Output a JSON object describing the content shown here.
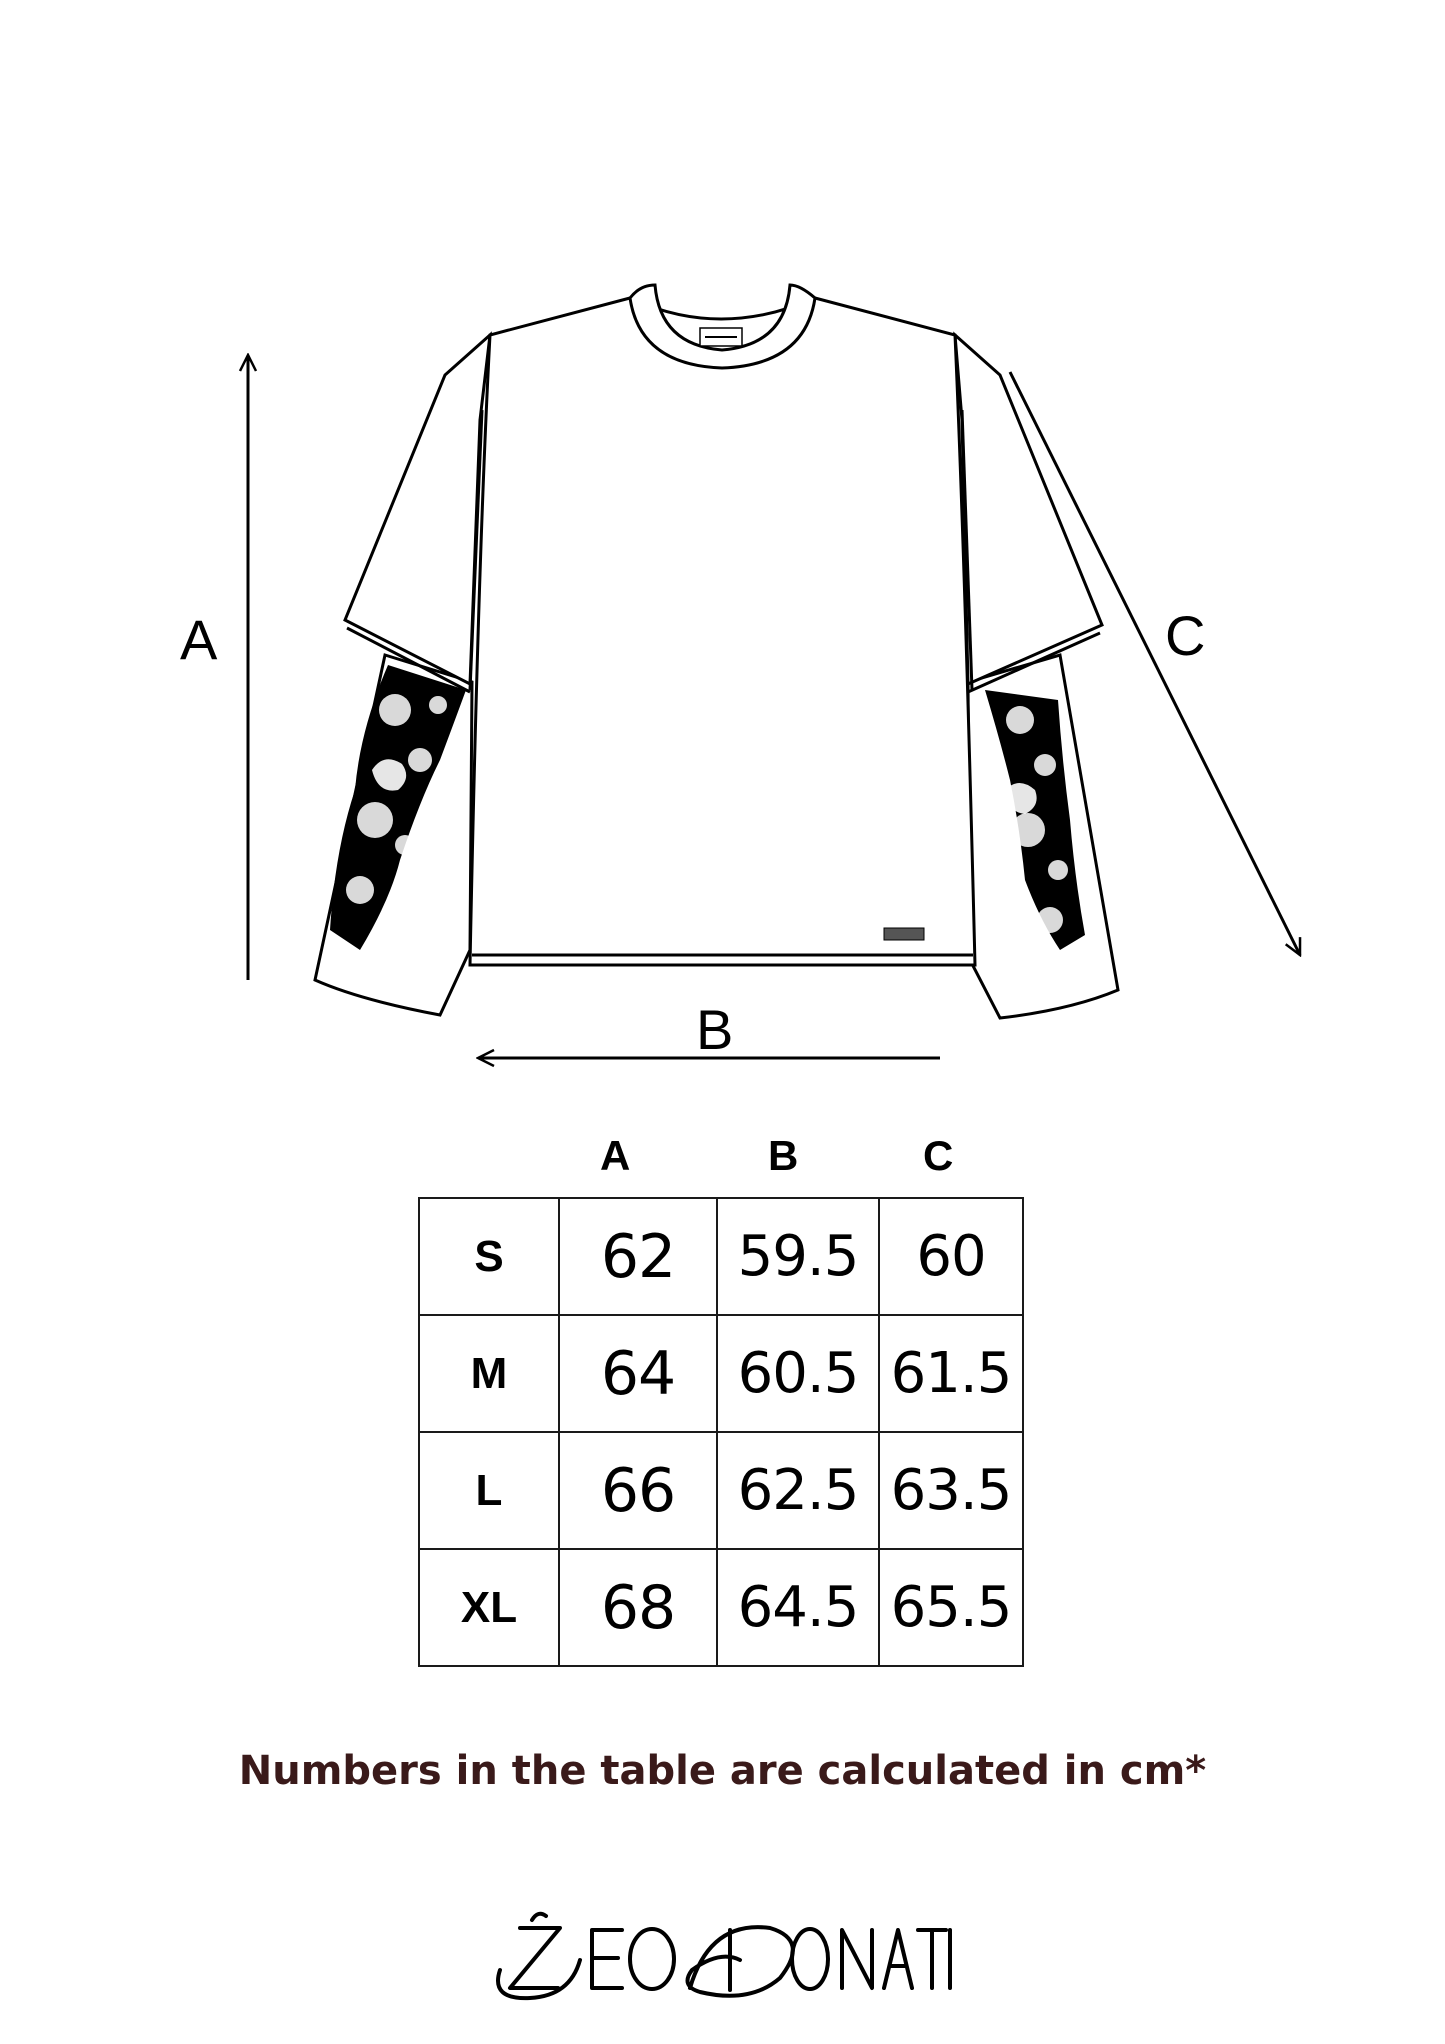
{
  "diagram": {
    "dimension_labels": {
      "a": "A",
      "b": "B",
      "c": "C"
    }
  },
  "table": {
    "headers": [
      "A",
      "B",
      "C"
    ],
    "rows": [
      {
        "size": "S",
        "a": "62",
        "b": "59.5",
        "c": "60"
      },
      {
        "size": "M",
        "a": "64",
        "b": "60.5",
        "c": "61.5"
      },
      {
        "size": "L",
        "a": "66",
        "b": "62.5",
        "c": "63.5"
      },
      {
        "size": "XL",
        "a": "68",
        "b": "64.5",
        "c": "65.5"
      }
    ]
  },
  "note": "Numbers in the table are calculated in cm*",
  "brand": {
    "name": "ZEO DONATI"
  },
  "colors": {
    "ink": "#000000",
    "note": "#3a1a1a",
    "background": "#ffffff"
  }
}
